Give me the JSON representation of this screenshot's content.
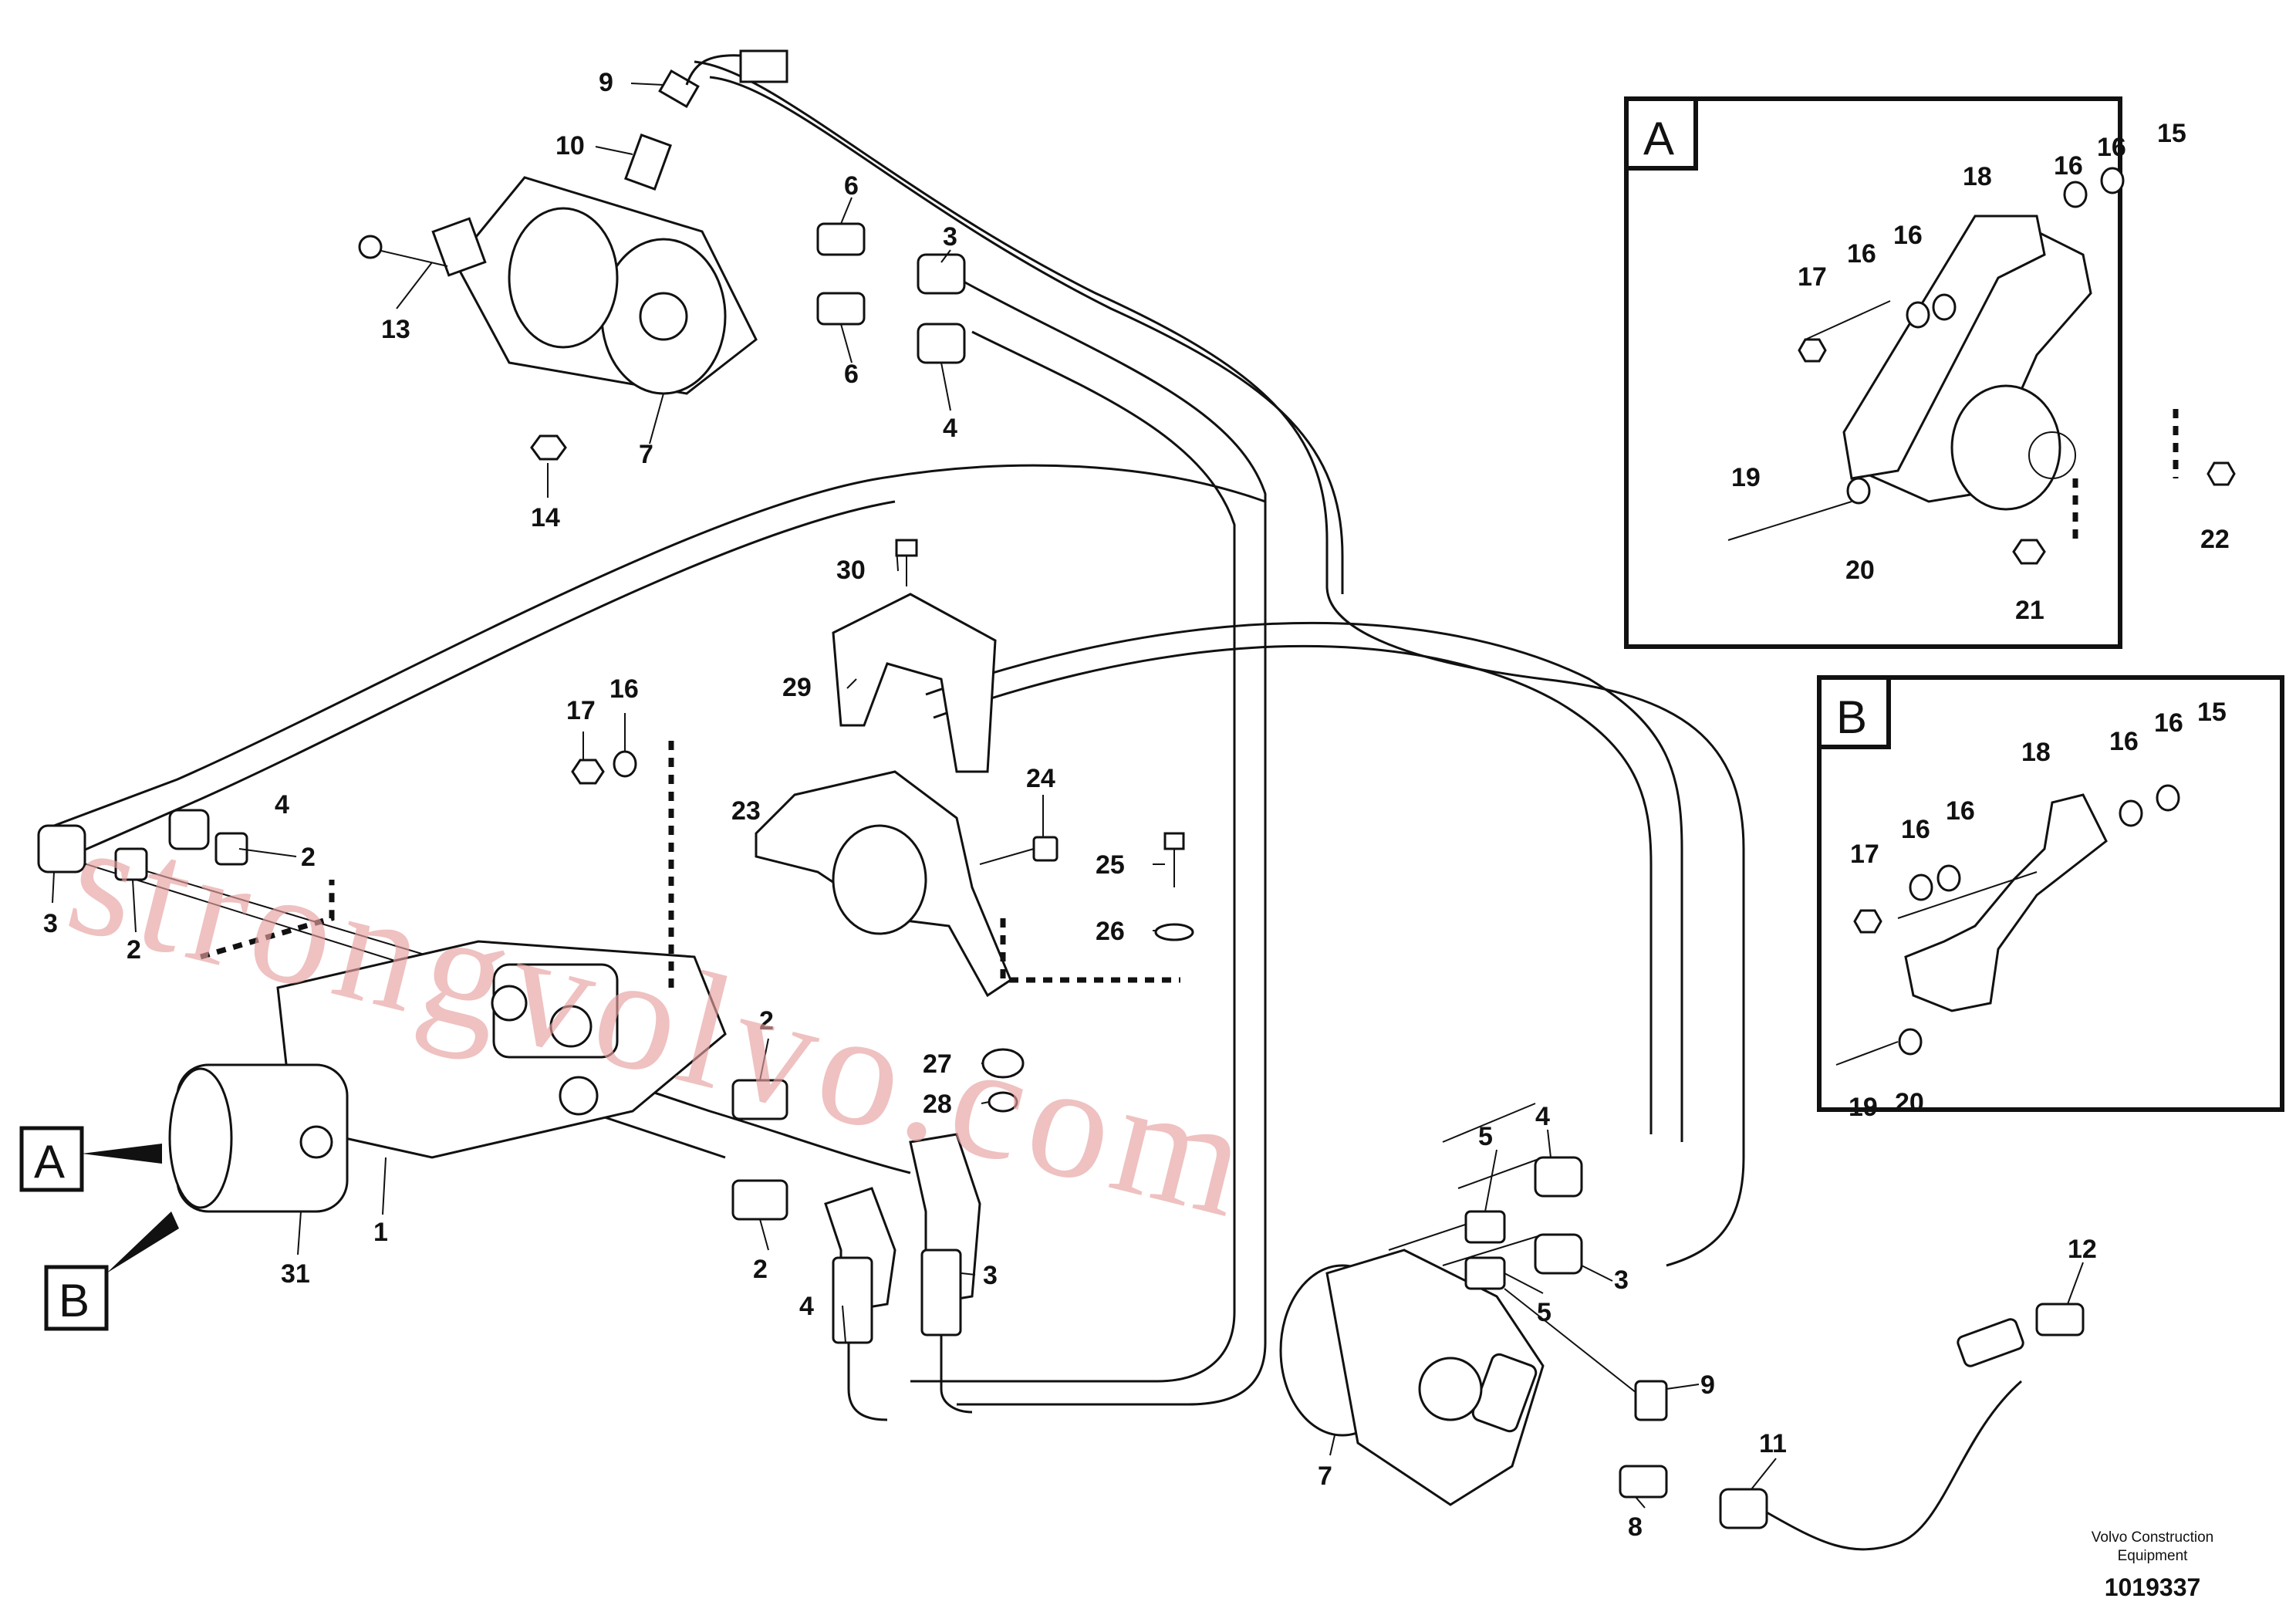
{
  "watermark": "strongvolvo.com",
  "credit": {
    "line1": "Volvo Construction",
    "line2": "Equipment",
    "doc_number": "1019337"
  },
  "detail_a": {
    "label": "A"
  },
  "detail_b": {
    "label": "B"
  },
  "refs": {
    "a_ref": "A",
    "b_ref": "B"
  },
  "callouts": {
    "c9_top": "9",
    "c10": "10",
    "c13": "13",
    "c14": "14",
    "c7_top": "7",
    "c6_a": "6",
    "c6_b": "6",
    "c3_top": "3",
    "c4_top": "4",
    "c30": "30",
    "c29": "29",
    "c17": "17",
    "c16": "16",
    "c23": "23",
    "c24": "24",
    "c25": "25",
    "c26": "26",
    "c27": "27",
    "c28": "28",
    "c4_left": "4",
    "c2_left_a": "2",
    "c3_left": "3",
    "c2_left_b": "2",
    "c2_mid_a": "2",
    "c2_mid_b": "2",
    "c4_mid": "4",
    "c3_mid": "3",
    "c1": "1",
    "c31": "31",
    "c5_a": "5",
    "c4_r": "4",
    "c5_b": "5",
    "c3_r": "3",
    "c7_bottom": "7",
    "c9_bottom": "9",
    "c8": "8",
    "c11": "11",
    "c12": "12",
    "a15": "15",
    "a16_1": "16",
    "a16_2": "16",
    "a16_3": "16",
    "a16_4": "16",
    "a17": "17",
    "a18": "18",
    "a19": "19",
    "a20": "20",
    "a21": "21",
    "a22": "22",
    "b15": "15",
    "b16_1": "16",
    "b16_2": "16",
    "b16_3": "16",
    "b16_4": "16",
    "b17": "17",
    "b18": "18",
    "b19": "19",
    "b20": "20"
  }
}
